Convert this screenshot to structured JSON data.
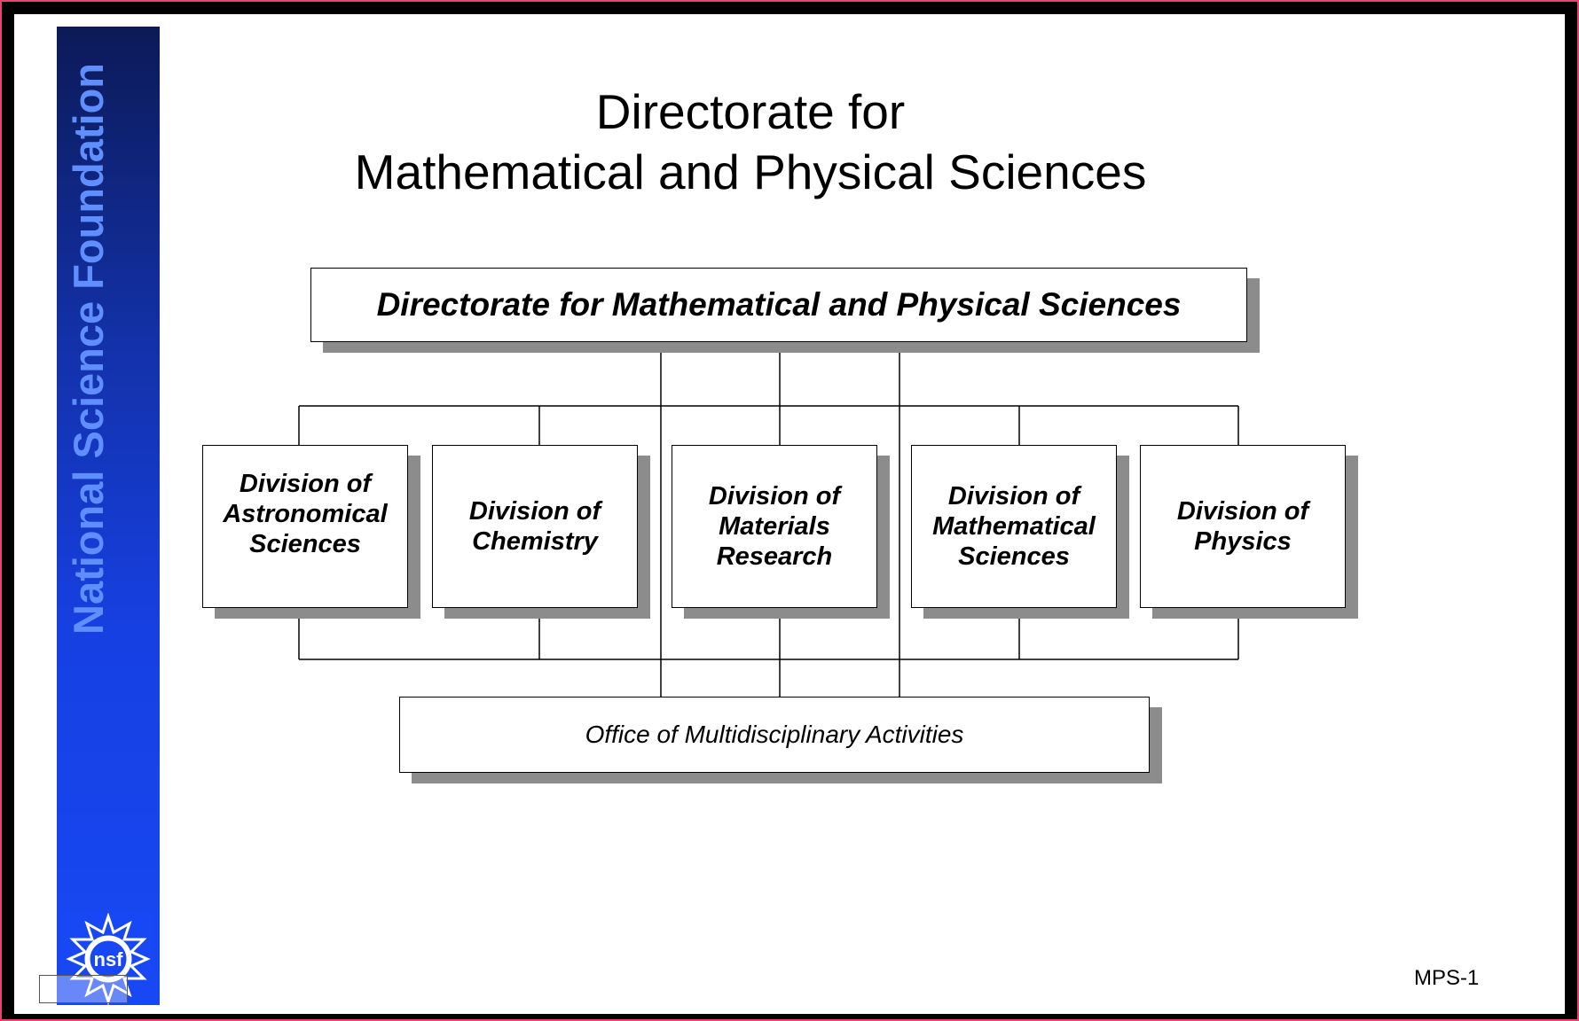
{
  "sidebar": {
    "title": "National Science Foundation",
    "logo_text": "nsf",
    "color": "#1848f4"
  },
  "slide_title": {
    "line1": "Directorate for",
    "line2": "Mathematical and Physical Sciences"
  },
  "org_chart": {
    "top": "Directorate for Mathematical and Physical Sciences",
    "divisions": [
      "Division of\nAstronomical\nSciences",
      "Division of\nChemistry",
      "Division of\nMaterials\nResearch",
      "Division of\nMathematical\nSciences",
      "Division of\nPhysics"
    ],
    "office": "Office of Multidisciplinary Activities"
  },
  "footer": {
    "code": "MPS-1"
  }
}
